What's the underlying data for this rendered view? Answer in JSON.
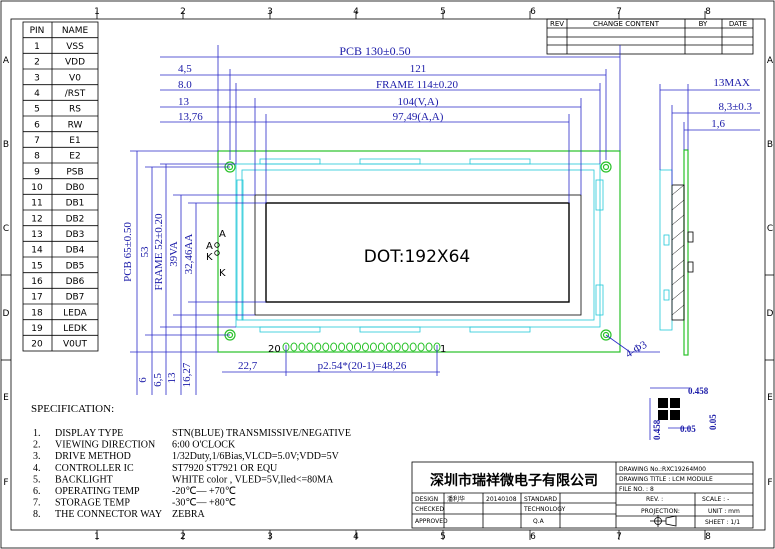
{
  "grid": {
    "columns": [
      "1",
      "2",
      "3",
      "4",
      "5",
      "6",
      "7",
      "8"
    ],
    "rows": [
      "A",
      "B",
      "C",
      "D",
      "E",
      "F"
    ]
  },
  "pin_table": {
    "header_pin": "PIN",
    "header_name": "NAME",
    "rows": [
      [
        "1",
        "VSS"
      ],
      [
        "2",
        "VDD"
      ],
      [
        "3",
        "V0"
      ],
      [
        "4",
        "/RST"
      ],
      [
        "5",
        "RS"
      ],
      [
        "6",
        "RW"
      ],
      [
        "7",
        "E1"
      ],
      [
        "8",
        "E2"
      ],
      [
        "9",
        "PSB"
      ],
      [
        "10",
        "DB0"
      ],
      [
        "11",
        "DB1"
      ],
      [
        "12",
        "DB2"
      ],
      [
        "13",
        "DB3"
      ],
      [
        "14",
        "DB4"
      ],
      [
        "15",
        "DB5"
      ],
      [
        "16",
        "DB6"
      ],
      [
        "17",
        "DB7"
      ],
      [
        "18",
        "LEDA"
      ],
      [
        "19",
        "LEDK"
      ],
      [
        "20",
        "V0UT"
      ]
    ]
  },
  "revision_block": {
    "rev": "REV",
    "change": "CHANGE CONTENT",
    "by": "BY",
    "date": "DATE"
  },
  "dimensions": {
    "pcb_width": "PCB 130±0.50",
    "w121": "121",
    "w45": "4,5",
    "w8": "8.0",
    "frame_width": "FRAME 114±0.20",
    "w13": "13",
    "va_width": "104(V,A)",
    "w1376": "13,76",
    "aa_width": "97,49(A,A)",
    "pcb_height": "PCB 65±0.50",
    "h53": "53",
    "frame_height": "FRAME 52±0.20",
    "va_height": "39VA",
    "aa_height": "32,46AA",
    "h6": "6",
    "h65": "6,5",
    "h1627": "16,27",
    "h13": "13",
    "pin_offset": "22,7",
    "pin_pitch": "p2.54*(20-1)=48,26",
    "holes": "4-Φ3",
    "thickness": "13MAX",
    "t83": "8,3±0.3",
    "t16": "1,6",
    "d458": "0.458",
    "d05a": "0.05",
    "d05b": "0.05",
    "d458b": "0.458"
  },
  "lcd_labels": {
    "dot": "DOT:192X64",
    "pin_first": "20",
    "pin_last": "1",
    "a": "A",
    "k": "K",
    "k2": "K",
    "a2": "A"
  },
  "specification": {
    "heading": "SPECIFICATION:",
    "items": [
      {
        "n": "1.",
        "k": "DISPLAY TYPE",
        "v": "STN(BLUE) TRANSMISSIVE/NEGATIVE"
      },
      {
        "n": "2.",
        "k": "VIEWING DIRECTION",
        "v": "6:00 O'CLOCK"
      },
      {
        "n": "3.",
        "k": "DRIVE METHOD",
        "v": "1/32Duty,1/6Bias,VLCD=5.0V;VDD=5V"
      },
      {
        "n": "4.",
        "k": "CONTROLLER IC",
        "v": "ST7920 ST7921 OR EQU"
      },
      {
        "n": "5.",
        "k": "BACKLIGHT",
        "v": "WHITE color , VLED=5V,Iled<=80MA"
      },
      {
        "n": "6.",
        "k": "OPERATING TEMP",
        "v": "-20℃— +70℃"
      },
      {
        "n": "7.",
        "k": "STORAGE TEMP",
        "v": "-30℃— +80℃"
      },
      {
        "n": "8.",
        "k": "THE CONNECTOR WAY",
        "v": "ZEBRA"
      }
    ]
  },
  "title_block": {
    "company": "深圳市瑞祥微电子有限公司",
    "drawing_no": "DRAWING No.:RXC19264M00",
    "drawing_title": "DRAWING TITLE : LCM MODULE",
    "file_no": "FILE NO. : 8",
    "design": "DESIGN",
    "designer": "潘利华",
    "date": "20140108",
    "standard": "STANDARD",
    "checked": "CHECKED",
    "technology": "TECHNOLOGY",
    "approved": "APPROVED",
    "qa": "Q.A",
    "rev": "REV. :",
    "scale": "SCALE : -",
    "projection": "PROJECTION:",
    "unit": "UNIT : mm",
    "sheet": "SHEET : 1/1"
  }
}
